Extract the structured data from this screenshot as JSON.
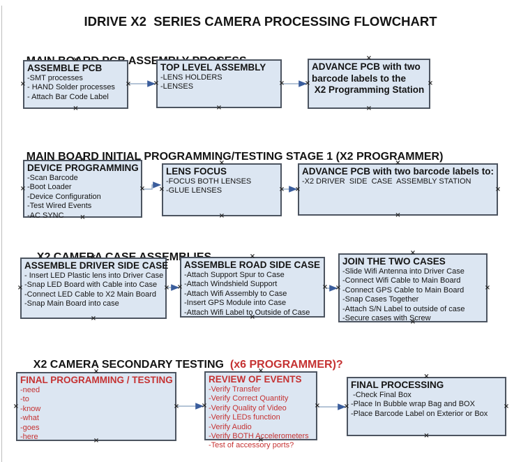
{
  "title": "IDRIVE X2  SERIES CAMERA PROCESSING FLOWCHART",
  "colors": {
    "text": "#141414",
    "red": "#c53232",
    "boxFill": "#dce6f2",
    "boxBorder": "#4c5460",
    "arrowLine": "#9bb0c8",
    "arrowHead": "#3a5d9c",
    "handle": "#252525",
    "pageEdge": "#bdbdbd"
  },
  "sections": [
    {
      "heading": "MAIN BOARD PCB ASSEMBLY PROCESS",
      "boxes": [
        {
          "title": "ASSEMBLE PCB",
          "items": [
            "-SMT processes",
            "- HAND Solder processes",
            "- Attach Bar Code Label"
          ]
        },
        {
          "title": "TOP LEVEL ASSEMBLY",
          "items": [
            "-LENS HOLDERS",
            "-LENSES"
          ]
        },
        {
          "lines": [
            "ADVANCE PCB with two",
            "barcode labels to the",
            " X2 Programming Station"
          ]
        }
      ]
    },
    {
      "heading": "MAIN BOARD INITIAL PROGRAMMING/TESTING STAGE 1 (X2 PROGRAMMER)",
      "boxes": [
        {
          "title": "DEVICE PROGRAMMING",
          "items": [
            "-Scan Barcode",
            "-Boot Loader",
            "-Device Configuration",
            "-Test Wired Events",
            "-AC SYNC"
          ]
        },
        {
          "title": "LENS FOCUS",
          "items": [
            "-FOCUS BOTH LENSES",
            "-GLUE LENSES"
          ]
        },
        {
          "title": "ADVANCE PCB with two barcode labels to:",
          "items": [
            "-X2 DRIVER  SIDE  CASE  ASSEMBLY STATION"
          ]
        }
      ]
    },
    {
      "heading": "X2 CAMERA CASE ASSEMBLIES",
      "boxes": [
        {
          "title": "ASSEMBLE DRIVER SIDE CASE",
          "items": [
            "- Insert LED Plastic lens into Driver Case",
            "-Snap LED Board with Cable into Case",
            "-Connect LED Cable to X2 Main Board",
            "-Snap Main Board into case"
          ]
        },
        {
          "title": "ASSEMBLE ROAD SIDE CASE",
          "items": [
            "-Attach Support Spur to Case",
            "-Attach Windshield Support",
            "-Attach Wifi Assembly to Case",
            "-Insert GPS Module into Case",
            "-Attach Wifi Label to Outside of Case"
          ]
        },
        {
          "title": "JOIN THE TWO CASES",
          "items": [
            "-Slide Wifi Antenna into Driver Case",
            "-Connect Wifi Cable to Main Board",
            "-Connect GPS Cable to Main Board",
            "-Snap Cases Together",
            "-Attach S/N Label to outside of case",
            "-Secure cases with Screw"
          ]
        }
      ]
    },
    {
      "heading": "X2 CAMERA SECONDARY TESTING ",
      "heading_suffix": " (x6 PROGRAMMER)?",
      "boxes": [
        {
          "title": "FINAL PROGRAMMING / TESTING",
          "items": [
            "-need",
            "-to",
            "-know",
            "-what",
            "-goes",
            "-here"
          ]
        },
        {
          "title": "REVIEW OF EVENTS",
          "items": [
            "-Verify Transfer",
            "-Verify Correct Quantity",
            "-Verify Quality of Video",
            "-Verify LEDs function",
            "-Verify Audio",
            "-Verify BOTH Accelerometers",
            "-Test of accessory ports?"
          ]
        },
        {
          "title": "FINAL PROCESSING",
          "items": [
            " -Check Final Box",
            "-Place In Bubble wrap Bag and BOX",
            "-Place Barcode Label on Exterior or Box"
          ]
        }
      ]
    }
  ]
}
